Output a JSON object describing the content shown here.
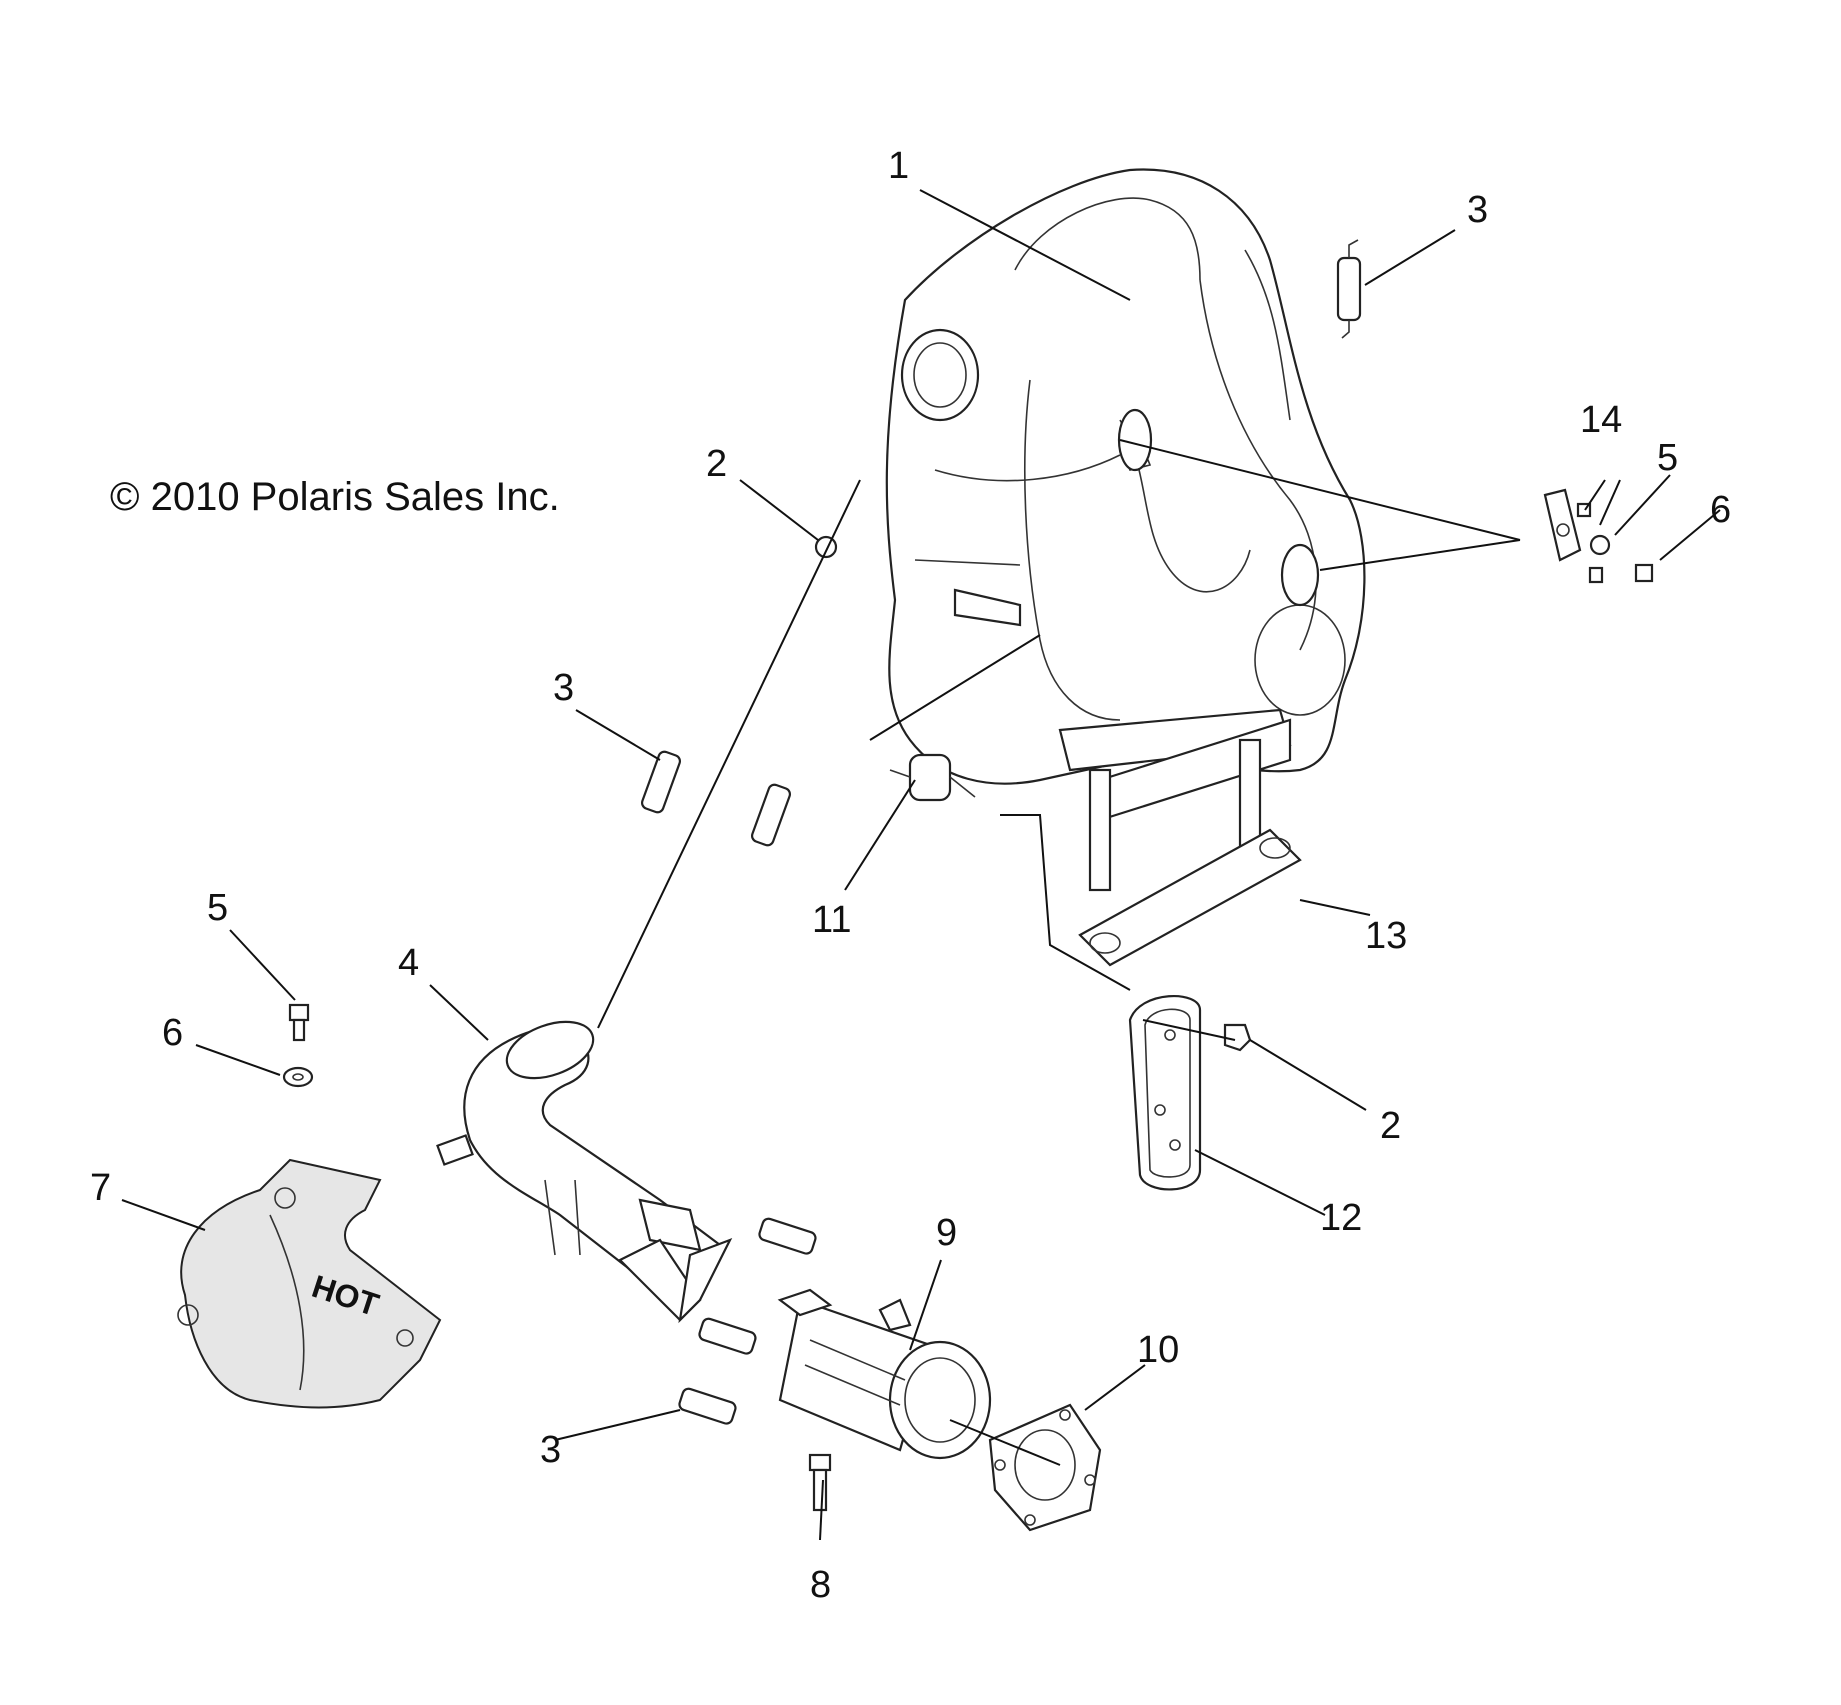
{
  "diagram": {
    "copyright": "© 2010 Polaris Sales Inc.",
    "callouts": {
      "c1": "1",
      "c2a": "2",
      "c2b": "2",
      "c3a": "3",
      "c3b": "3",
      "c3c": "3",
      "c4": "4",
      "c5a": "5",
      "c5b": "5",
      "c6a": "6",
      "c6b": "6",
      "c7": "7",
      "c8": "8",
      "c9": "9",
      "c10": "10",
      "c11": "11",
      "c12": "12",
      "c13": "13",
      "c14": "14"
    },
    "heat_shield_text": "HOT"
  }
}
